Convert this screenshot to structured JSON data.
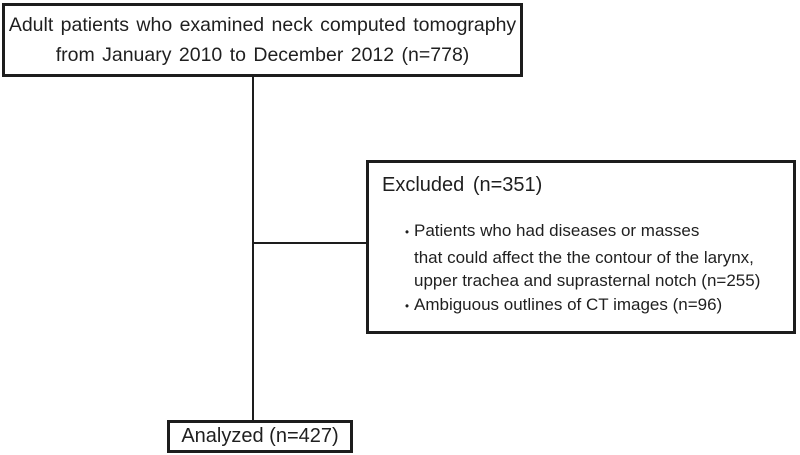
{
  "flowchart": {
    "top_box": {
      "line1": "Adult patients who examined neck computed tomography",
      "line2": "from January 2010 to December 2012 (n=778)"
    },
    "excluded_box": {
      "title": "Excluded (n=351)",
      "bullet_char": "•",
      "items": [
        {
          "line1": "Patients who had diseases or masses",
          "line2": "that could affect the the contour of the larynx,",
          "line3": "upper trachea and suprasternal notch (n=255)"
        },
        {
          "line1": "Ambiguous outlines of CT images (n=96)"
        }
      ]
    },
    "analyzed_box": {
      "label": "Analyzed (n=427)"
    },
    "colors": {
      "line": "#1d1d1d",
      "text": "#1f1f1f",
      "background": "#ffffff"
    }
  }
}
